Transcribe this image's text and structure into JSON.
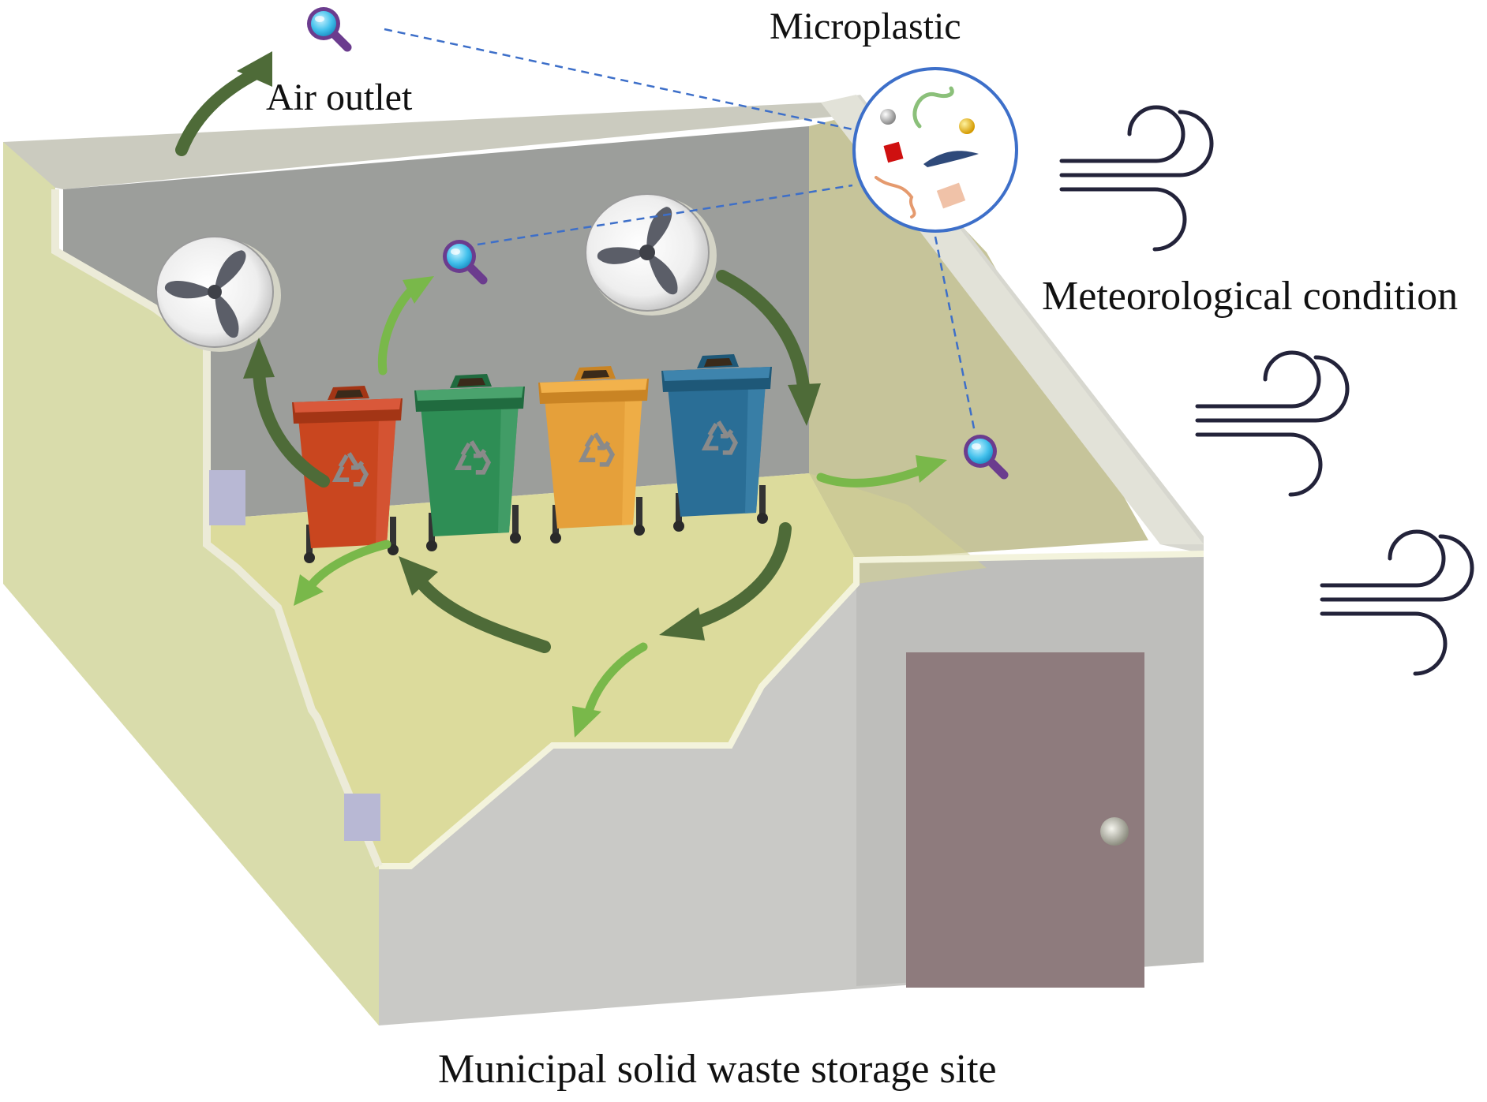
{
  "labels": {
    "air_outlet": "Air outlet",
    "microplastic": "Microplastic",
    "meteorological_condition": "Meteorological condition",
    "site_caption": "Municipal solid waste storage site"
  },
  "bins": [
    {
      "color": "#c9461f",
      "dark": "#a33515",
      "light": "#d9583a"
    },
    {
      "color": "#2e8e55",
      "dark": "#206b3f",
      "light": "#4aa36d"
    },
    {
      "color": "#e5a03a",
      "dark": "#c98424",
      "light": "#f2b24c"
    },
    {
      "color": "#2a6e96",
      "dark": "#1e5878",
      "light": "#3e84ad"
    }
  ],
  "colors": {
    "dark_arrow": "#4e6b38",
    "light_arrow": "#79b84a",
    "dashed_line": "#3d6fc9",
    "door": "#8e7b7d"
  }
}
